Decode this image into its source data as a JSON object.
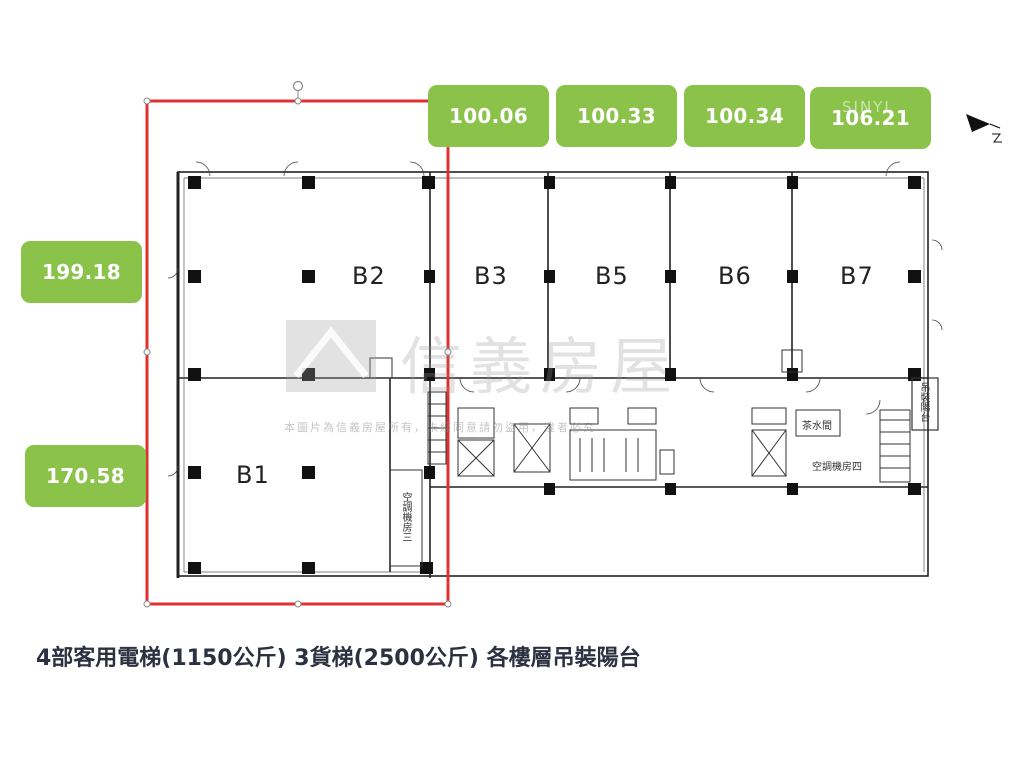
{
  "rooms": {
    "b1": "B1",
    "b2": "B2",
    "b3": "B3",
    "b5": "B5",
    "b6": "B6",
    "b7": "B7"
  },
  "areas": {
    "b3": "100.06",
    "b5": "100.33",
    "b6": "100.34",
    "b7": "106.21",
    "b2": "199.18",
    "b1": "170.58"
  },
  "labels": {
    "pantry": "茶水間",
    "ac_room_4": "空調機房四",
    "ac_room_3": "空調機房三",
    "balcony": "吊裝陽台"
  },
  "caption": "4部客用電梯(1150公斤) 3貨梯(2500公斤) 各樓層吊裝陽台",
  "watermark": {
    "brand": "信義房屋",
    "notice": "本圖片為信義房屋所有，未經同意請勿盜用，違者必究",
    "logo": "SINYI"
  },
  "colors": {
    "badge": "#8bc34a",
    "selection": "#e03030",
    "wall": "#222222"
  },
  "icons": {
    "compass": "north-arrow-icon",
    "rotate": "rotate-handle-icon",
    "logo": "sinyi-logo-icon"
  }
}
